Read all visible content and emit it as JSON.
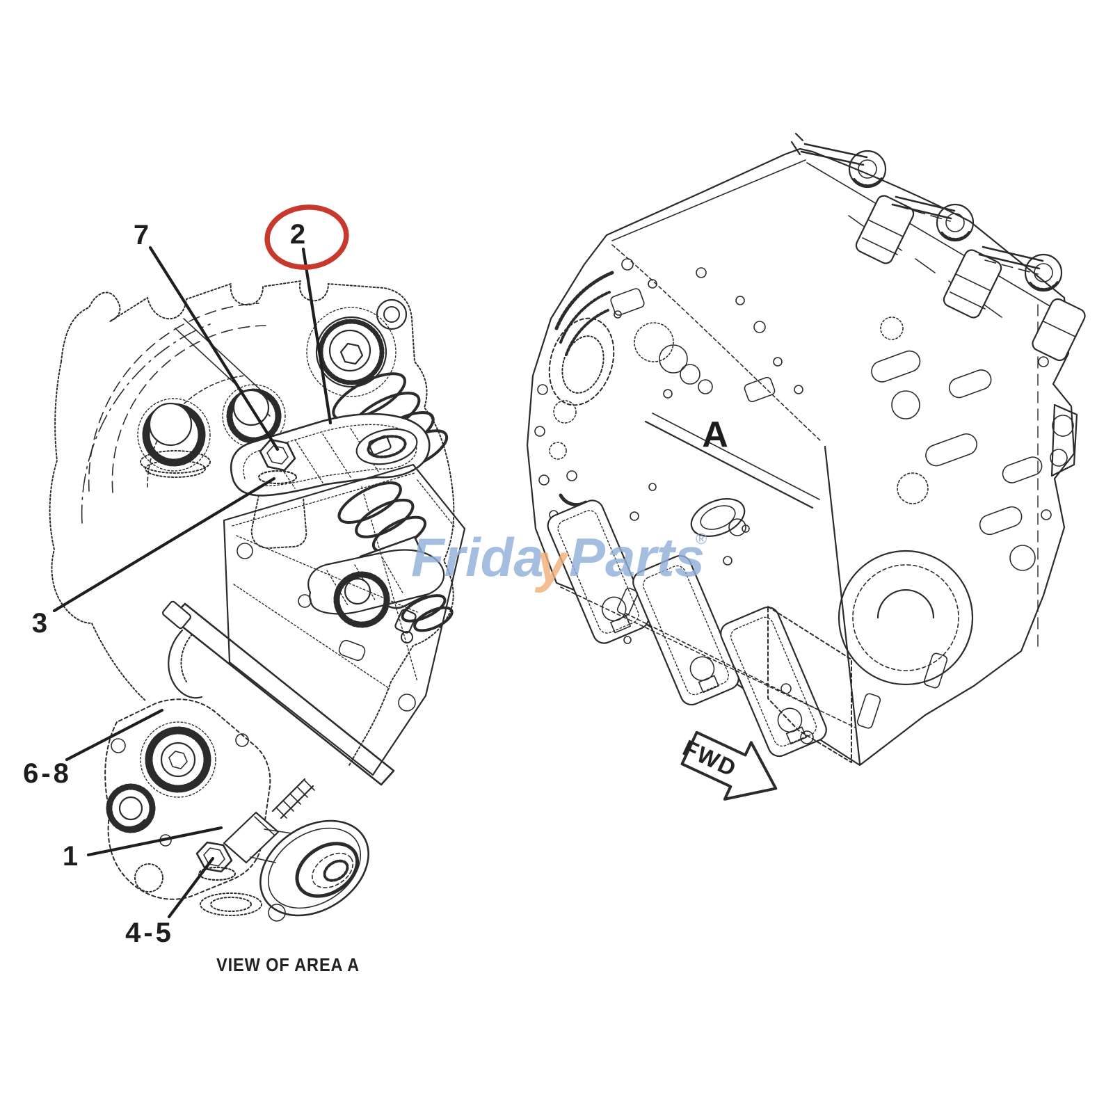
{
  "diagram": {
    "type": "engine-parts-exploded-diagram",
    "colors": {
      "highlight_red": "#c6392c",
      "ink": "#2b2b2b",
      "watermark_blue": "#8fafd9",
      "watermark_orange": "#f1b078"
    },
    "detail_view": {
      "caption": "VIEW OF AREA A",
      "callouts": [
        {
          "label": "7",
          "highlighted": false
        },
        {
          "label": "2",
          "highlighted": true
        },
        {
          "label": "3",
          "highlighted": false
        },
        {
          "label": "6-8",
          "highlighted": false
        },
        {
          "label": "1",
          "highlighted": false
        },
        {
          "label": "4-5",
          "highlighted": false
        }
      ]
    },
    "block_view": {
      "area_label": "A",
      "direction_label": "FWD"
    }
  },
  "watermark": {
    "part1": "Frida",
    "accent": "y",
    "part2": "Parts",
    "registered": "®"
  }
}
